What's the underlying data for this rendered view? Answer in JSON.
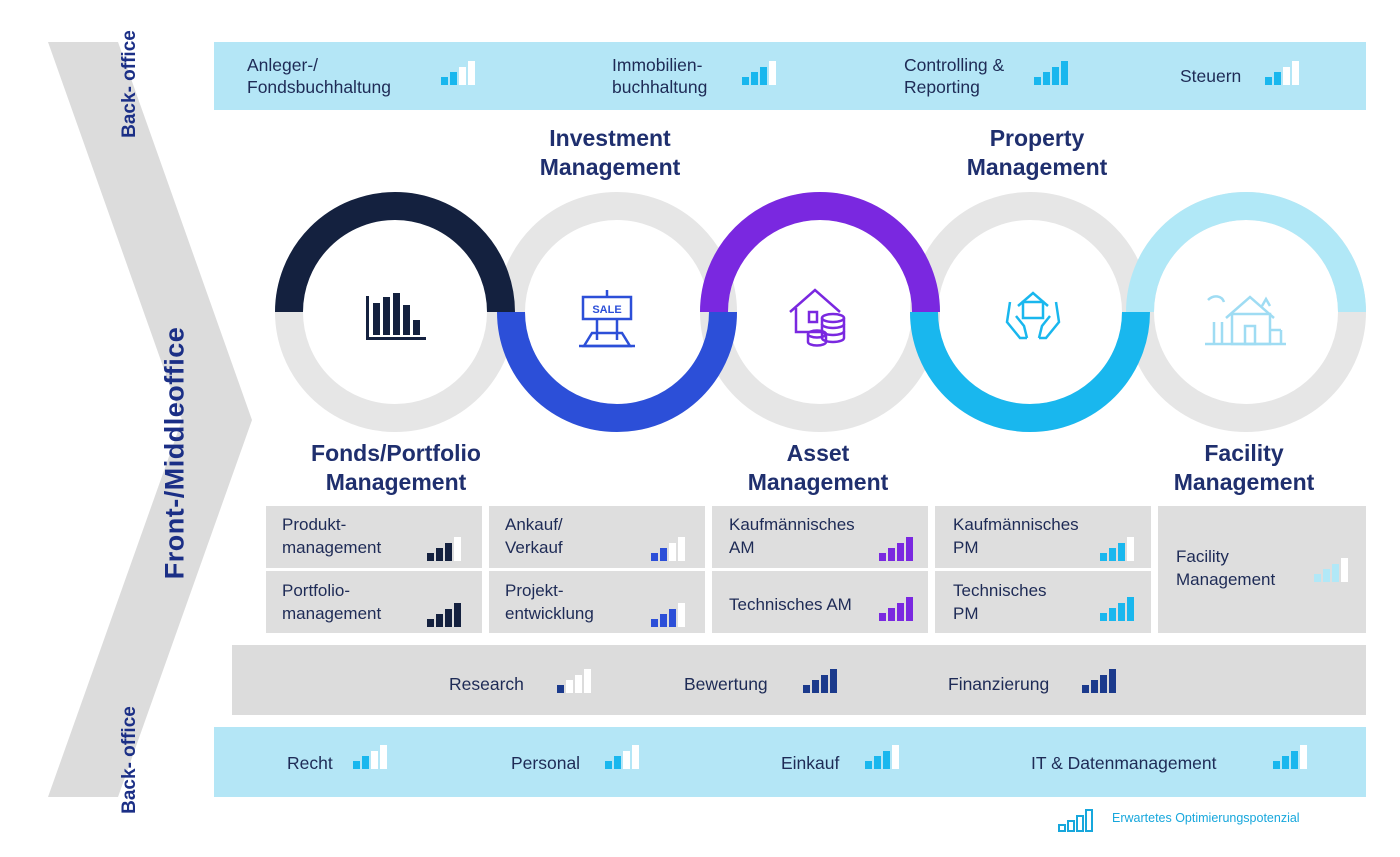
{
  "colors": {
    "navy": "#14213f",
    "blue": "#2c4fd8",
    "purple": "#7a28e0",
    "cyan": "#19b7ee",
    "light_cyan": "#b1e8f7",
    "empty_bar": "#ffffff",
    "band_light": "#b4e6f6",
    "band_grey": "#dcdcdc",
    "heading_text": "#1f2f6e"
  },
  "side_labels": {
    "backoffice_top": "Back-\noffice",
    "front_middle": "Front-/Middleoffice",
    "backoffice_bottom": "Back-\noffice"
  },
  "top_band": {
    "items": [
      {
        "label": "Anleger-/\nFondsbuchhaltung",
        "level": 2,
        "max": 4,
        "color": "cyan"
      },
      {
        "label": "Immobilien-\nbuchhaltung",
        "level": 3,
        "max": 4,
        "color": "cyan"
      },
      {
        "label": "Controlling &\nReporting",
        "level": 4,
        "max": 4,
        "color": "cyan"
      },
      {
        "label": "Steuern",
        "level": 2,
        "max": 4,
        "color": "cyan"
      }
    ]
  },
  "circles": [
    {
      "heading": "Fonds/Portfolio\nManagement",
      "icon": "bar-chart-icon",
      "color": "navy"
    },
    {
      "heading": "Investment\nManagement",
      "icon": "sale-sign-icon",
      "color": "blue"
    },
    {
      "heading": "Asset\nManagement",
      "icon": "house-coins-icon",
      "color": "purple"
    },
    {
      "heading": "Property\nManagement",
      "icon": "hands-house-icon",
      "color": "cyan"
    },
    {
      "heading": "Facility\nManagement",
      "icon": "facility-house-icon",
      "color": "light_cyan"
    }
  ],
  "grid": {
    "cells": [
      {
        "label": "Produkt-\nmanagement",
        "level": 3,
        "max": 4,
        "color": "navy"
      },
      {
        "label": "Portfolio-\nmanagement",
        "level": 4,
        "max": 4,
        "color": "navy"
      },
      {
        "label": "Ankauf/\nVerkauf",
        "level": 2,
        "max": 4,
        "color": "blue"
      },
      {
        "label": "Projekt-\nentwicklung",
        "level": 3,
        "max": 4,
        "color": "blue"
      },
      {
        "label": "Kaufmännisches\nAM",
        "level": 4,
        "max": 4,
        "color": "purple"
      },
      {
        "label": "Technisches AM",
        "level": 4,
        "max": 4,
        "color": "purple"
      },
      {
        "label": "Kaufmännisches\nPM",
        "level": 3,
        "max": 4,
        "color": "cyan"
      },
      {
        "label": "Technisches\nPM",
        "level": 4,
        "max": 4,
        "color": "cyan"
      },
      {
        "label": "Facility\nManagement",
        "level": 3,
        "max": 4,
        "color": "light_cyan"
      }
    ]
  },
  "mid_band": {
    "items": [
      {
        "label": "Research",
        "level": 1,
        "max": 4,
        "color": "navy_blue"
      },
      {
        "label": "Bewertung",
        "level": 4,
        "max": 4,
        "color": "navy_blue"
      },
      {
        "label": "Finanzierung",
        "level": 4,
        "max": 4,
        "color": "navy_blue"
      }
    ]
  },
  "bottom_band": {
    "items": [
      {
        "label": "Recht",
        "level": 2,
        "max": 4,
        "color": "cyan"
      },
      {
        "label": "Personal",
        "level": 2,
        "max": 4,
        "color": "cyan"
      },
      {
        "label": "Einkauf",
        "level": 3,
        "max": 4,
        "color": "cyan"
      },
      {
        "label": "IT & Datenmanagement",
        "level": 3,
        "max": 4,
        "color": "cyan"
      }
    ]
  },
  "legend": {
    "label": "Erwartetes Optimierungspotenzial",
    "icon": "signal-bars-icon"
  }
}
